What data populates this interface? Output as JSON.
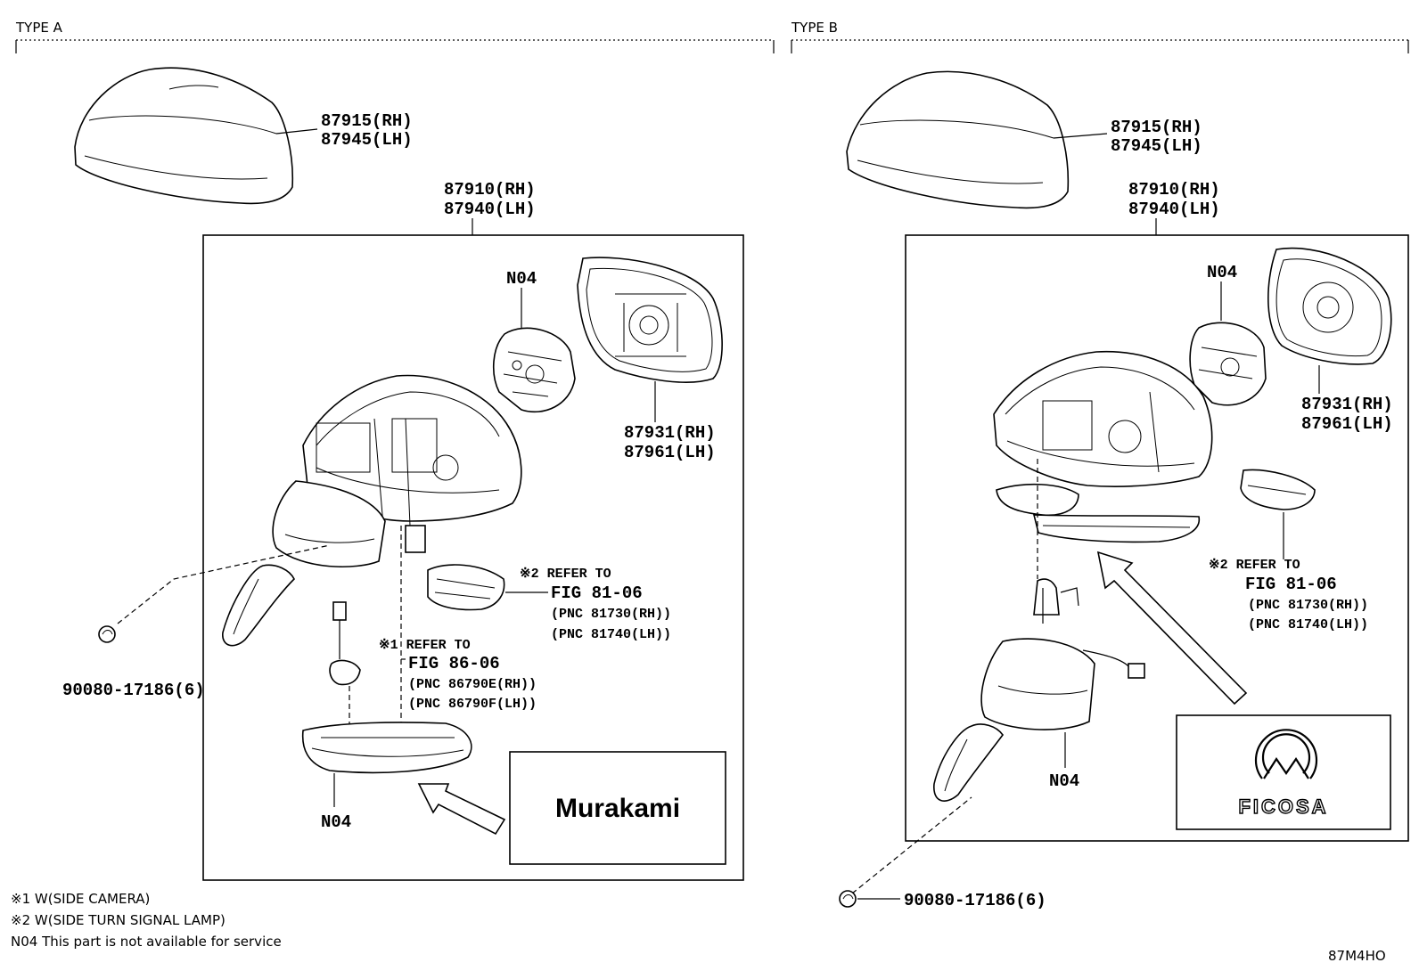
{
  "type_a": {
    "title": "TYPE A",
    "cover_rh": "87915(RH)",
    "cover_lh": "87945(LH)",
    "assy_rh": "87910(RH)",
    "assy_lh": "87940(LH)",
    "motor_label": "N04",
    "mirror_rh": "87931(RH)",
    "mirror_lh": "87961(LH)",
    "ref2_line1": "※2 REFER TO",
    "ref2_line2": "FIG 81-06",
    "ref2_pnc_rh": "(PNC 81730(RH))",
    "ref2_pnc_lh": "(PNC 81740(LH))",
    "ref1_line1": "※1 REFER TO",
    "ref1_line2": "FIG 86-06",
    "ref1_pnc_rh": "(PNC 86790E(RH))",
    "ref1_pnc_lh": "(PNC 86790F(LH))",
    "screw": "90080-17186(6)",
    "lower_label": "N04",
    "brand": "Murakami"
  },
  "type_b": {
    "title": "TYPE B",
    "cover_rh": "87915(RH)",
    "cover_lh": "87945(LH)",
    "assy_rh": "87910(RH)",
    "assy_lh": "87940(LH)",
    "motor_label": "N04",
    "mirror_rh": "87931(RH)",
    "mirror_lh": "87961(LH)",
    "ref2_line1": "※2 REFER TO",
    "ref2_line2": "FIG 81-06",
    "ref2_pnc_rh": "(PNC 81730(RH))",
    "ref2_pnc_lh": "(PNC 81740(LH))",
    "lower_label": "N04",
    "screw": "90080-17186(6)",
    "brand": "FICOSA"
  },
  "notes": {
    "note1": "※1 W(SIDE CAMERA)",
    "note2": "※2 W(SIDE TURN SIGNAL LAMP)",
    "note3": "N04 This part is not available for service"
  },
  "figure_code": "87M4HO",
  "icons": {
    "cover": "mirror-cover-icon",
    "assembly": "mirror-housing-icon",
    "motor": "mirror-actuator-icon",
    "glass": "mirror-glass-icon",
    "screw": "screw-icon",
    "arrow": "pointer-arrow-icon",
    "ficosa_logo": "ficosa-logo-icon"
  }
}
